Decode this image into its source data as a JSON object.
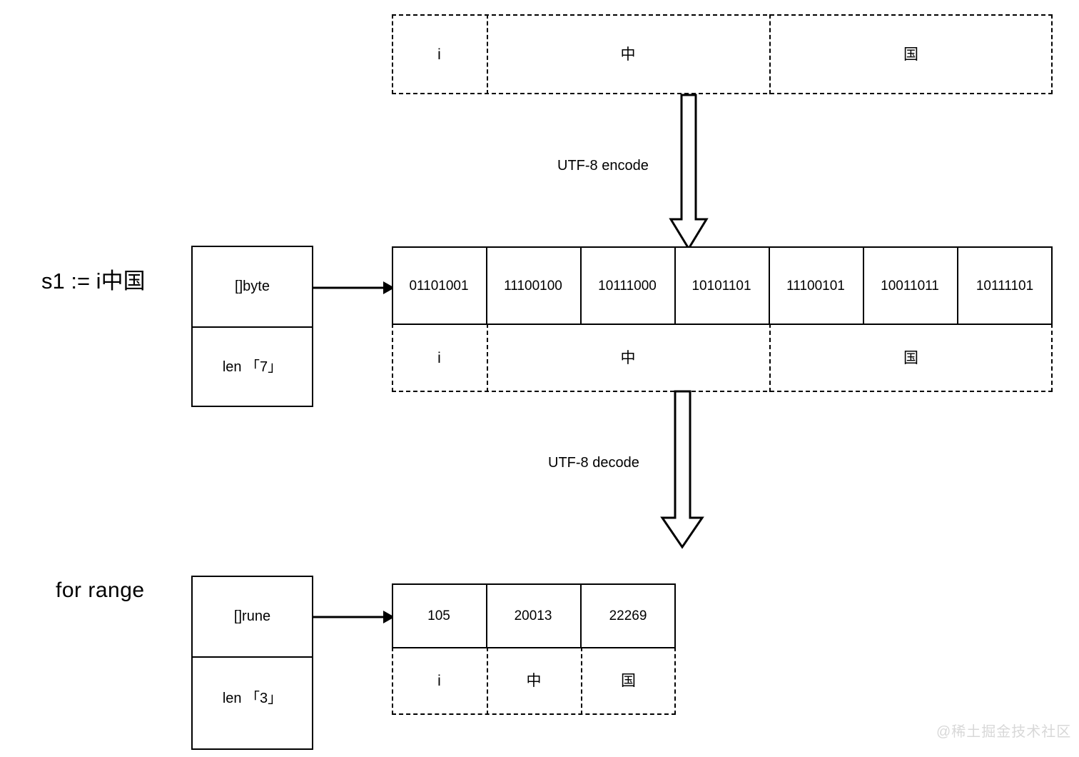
{
  "diagram": {
    "title": "Go string UTF-8 encode/decode layout",
    "watermark": "@稀土掘金技术社区"
  },
  "labels": {
    "declaration": "s1 := i中国",
    "for_range": "for range",
    "encode_arrow": "UTF-8 encode",
    "decode_arrow": "UTF-8 decode"
  },
  "byte_struct": {
    "type_label": "[]byte",
    "len_label": "len 「7」"
  },
  "rune_struct": {
    "type_label": "[]rune",
    "len_label": "len 「3」"
  },
  "top_chars": [
    {
      "char": "i",
      "span": 1
    },
    {
      "char": "中",
      "span": 3
    },
    {
      "char": "国",
      "span": 3
    }
  ],
  "bytes_row": [
    "01101001",
    "11100100",
    "10111000",
    "10101101",
    "11100101",
    "10011011",
    "10111101"
  ],
  "bytes_chars": [
    {
      "char": "i",
      "span": 1
    },
    {
      "char": "中",
      "span": 3
    },
    {
      "char": "国",
      "span": 3
    }
  ],
  "rune_values": [
    "105",
    "20013",
    "22269"
  ],
  "rune_chars": [
    "i",
    "中",
    "国"
  ],
  "colors": {
    "stroke": "#000000",
    "background": "#ffffff",
    "watermark": "#d8d8d8"
  }
}
